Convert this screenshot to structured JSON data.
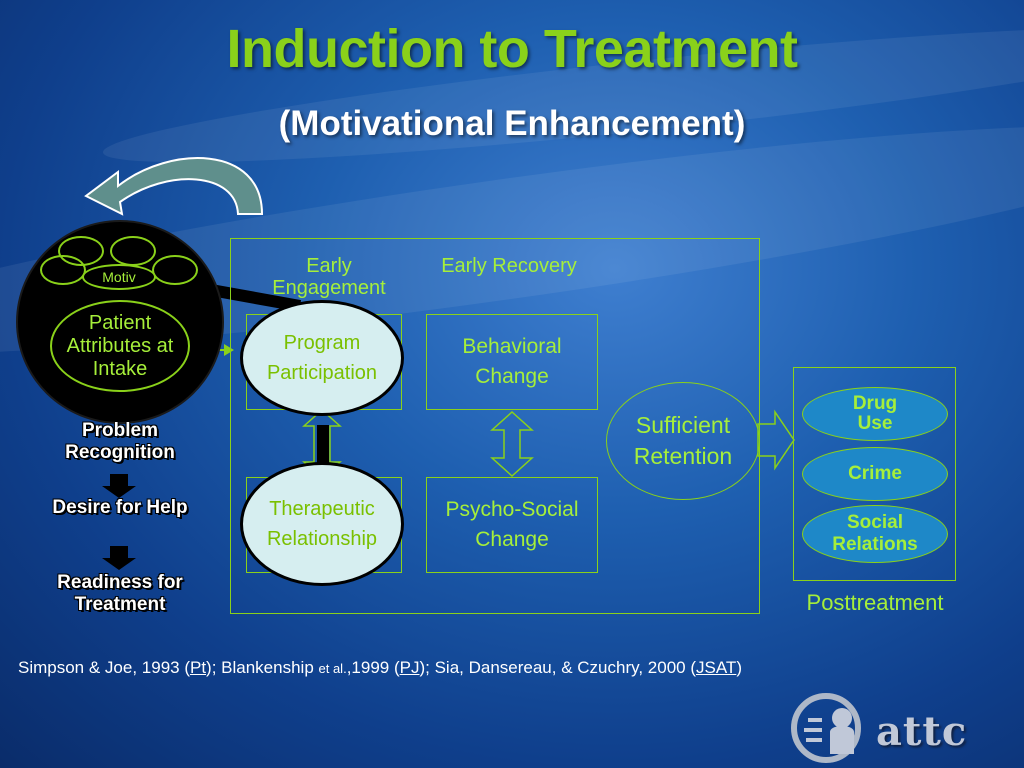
{
  "title": "Induction to Treatment",
  "subtitle": "(Motivational Enhancement)",
  "patient": {
    "motiv_label": "Motiv",
    "attributes_label": "Patient Attributes at Intake",
    "stages": [
      "Problem Recognition",
      "Desire for Help",
      "Readiness for Treatment"
    ]
  },
  "phases": {
    "early_engagement": "Early Engagement",
    "early_recovery": "Early Recovery"
  },
  "nodes": {
    "program_participation": "Program Participation",
    "behavioral_change": "Behavioral Change",
    "therapeutic_relationship": "Therapeutic Relationship",
    "psycho_social_change": "Psycho-Social Change",
    "sufficient_retention": "Sufficient Retention"
  },
  "posttreatment": {
    "label": "Posttreatment",
    "outcomes": [
      "Drug Use",
      "Crime",
      "Social Relations"
    ]
  },
  "citation": {
    "part1": "Simpson & Joe, 1993 (",
    "link1": "Pt",
    "part2": "); Blankenship ",
    "etal": "et al.",
    "part3": ",1999 (",
    "link2": "PJ",
    "part4": "); Sia, Dansereau, & Czuchry, 2000 (",
    "link3": "JSAT",
    "part5": ")"
  },
  "logo": "attc",
  "colors": {
    "title": "#8ad11a",
    "diagram_lines": "#8ad11a",
    "outcome_fill": "#1e88c8",
    "ellipse_fill": "#d6eef0"
  }
}
